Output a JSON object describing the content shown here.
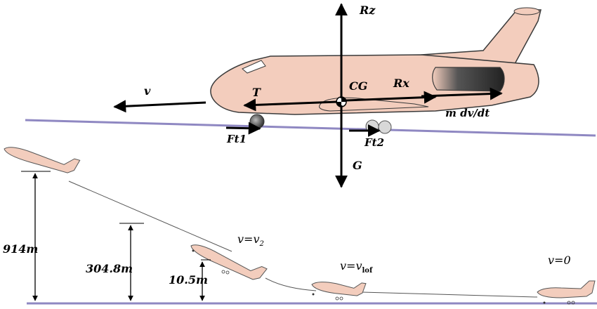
{
  "forces": {
    "lift": "Rz",
    "drag": "Rx",
    "thrust": "T",
    "center_of_gravity": "CG",
    "velocity": "v",
    "inertia": "m dv/dt",
    "front_wheel_friction": "Ft1",
    "rear_wheel_friction": "Ft2",
    "weight": "G"
  },
  "profile": {
    "altitude_cruise": "914m",
    "altitude_mid": "304.8m",
    "altitude_screen": "10.5m",
    "speed_v2": "v=v",
    "speed_v2_sub": "2",
    "speed_lof": "v=v",
    "speed_lof_sub": "lof",
    "speed_zero": "v=0"
  },
  "colors": {
    "fuselage": "#f3cdbd",
    "outline": "#3a3a3a",
    "runway": "#8f88c2",
    "arrow": "#000000"
  }
}
